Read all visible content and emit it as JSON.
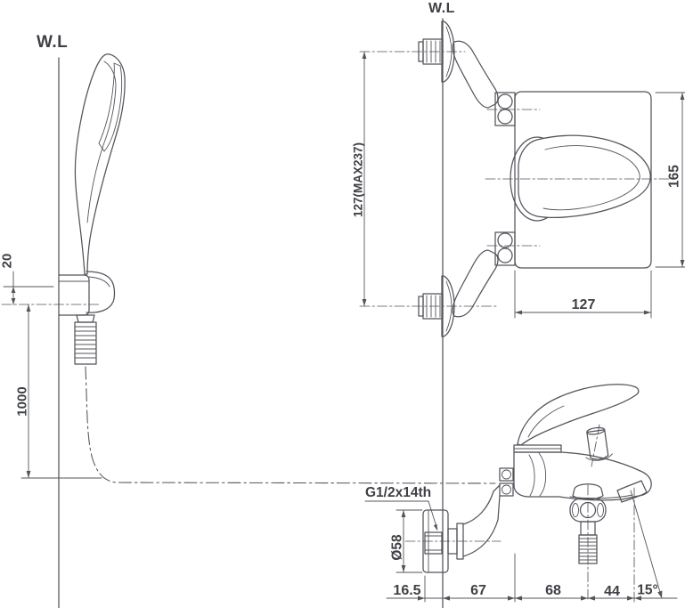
{
  "colors": {
    "background": "#ffffff",
    "line": "#53545a",
    "text": "#3f4045"
  },
  "labels": {
    "water_line_left": "W.L",
    "water_line_right": "W.L"
  },
  "dims": {
    "bracket_offset": "20",
    "hose_length": "1000",
    "inlet_spacing": "127(MAX237)",
    "body_height": "165",
    "body_width": "127",
    "thread_spec": "G1/2x14th",
    "flange_diameter": "Ø58",
    "flange_depth": "16.5",
    "wall_to_center": "67",
    "center_to_outlet": "68",
    "outlet_to_tip": "44",
    "spout_angle": "15°"
  }
}
